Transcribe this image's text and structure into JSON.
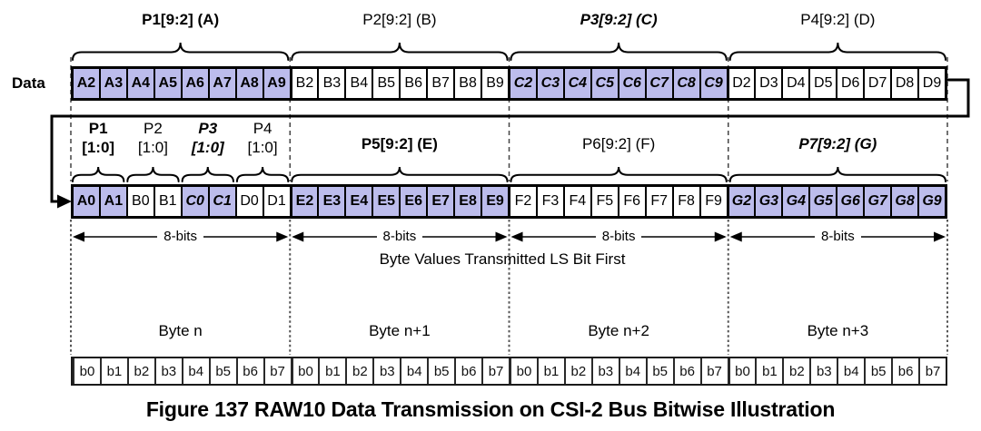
{
  "labels": {
    "data": "Data",
    "bit_width": "8-bits",
    "note": "Byte Values Transmitted LS Bit First",
    "caption": "Figure 137 RAW10 Data Transmission on CSI-2 Bus Bitwise Illustration"
  },
  "colors": {
    "highlight": "#BCBCEC",
    "border": "#000000"
  },
  "byte1_groups": [
    {
      "label": "P1[9:2] (A)",
      "style": "bold",
      "highlight": true,
      "cells": [
        "A2",
        "A3",
        "A4",
        "A5",
        "A6",
        "A7",
        "A8",
        "A9"
      ]
    },
    {
      "label": "P2[9:2] (B)",
      "style": "regular",
      "highlight": false,
      "cells": [
        "B2",
        "B3",
        "B4",
        "B5",
        "B6",
        "B7",
        "B8",
        "B9"
      ]
    },
    {
      "label": "P3[9:2] (C)",
      "style": "bold-italic",
      "highlight": true,
      "cells": [
        "C2",
        "C3",
        "C4",
        "C5",
        "C6",
        "C7",
        "C8",
        "C9"
      ]
    },
    {
      "label": "P4[9:2] (D)",
      "style": "regular",
      "highlight": false,
      "cells": [
        "D2",
        "D3",
        "D4",
        "D5",
        "D6",
        "D7",
        "D8",
        "D9"
      ]
    }
  ],
  "byte2_groups": {
    "lsb": [
      {
        "name": "P1",
        "range": "[1:0]",
        "style": "bold",
        "highlight": true,
        "cells": [
          "A0",
          "A1"
        ]
      },
      {
        "name": "P2",
        "range": "[1:0]",
        "style": "regular",
        "highlight": false,
        "cells": [
          "B0",
          "B1"
        ]
      },
      {
        "name": "P3",
        "range": "[1:0]",
        "style": "bold-italic",
        "highlight": true,
        "cells": [
          "C0",
          "C1"
        ]
      },
      {
        "name": "P4",
        "range": "[1:0]",
        "style": "regular",
        "highlight": false,
        "cells": [
          "D0",
          "D1"
        ]
      }
    ],
    "msb": [
      {
        "label": "P5[9:2] (E)",
        "style": "bold",
        "highlight": true,
        "cells": [
          "E2",
          "E3",
          "E4",
          "E5",
          "E6",
          "E7",
          "E8",
          "E9"
        ]
      },
      {
        "label": "P6[9:2] (F)",
        "style": "regular",
        "highlight": false,
        "cells": [
          "F2",
          "F3",
          "F4",
          "F5",
          "F6",
          "F7",
          "F8",
          "F9"
        ]
      },
      {
        "label": "P7[9:2] (G)",
        "style": "bold-italic",
        "highlight": true,
        "cells": [
          "G2",
          "G3",
          "G4",
          "G5",
          "G6",
          "G7",
          "G8",
          "G9"
        ]
      }
    ]
  },
  "byte_rows": [
    {
      "label": "Byte n",
      "bits": [
        "b0",
        "b1",
        "b2",
        "b3",
        "b4",
        "b5",
        "b6",
        "b7"
      ]
    },
    {
      "label": "Byte n+1",
      "bits": [
        "b0",
        "b1",
        "b2",
        "b3",
        "b4",
        "b5",
        "b6",
        "b7"
      ]
    },
    {
      "label": "Byte n+2",
      "bits": [
        "b0",
        "b1",
        "b2",
        "b3",
        "b4",
        "b5",
        "b6",
        "b7"
      ]
    },
    {
      "label": "Byte n+3",
      "bits": [
        "b0",
        "b1",
        "b2",
        "b3",
        "b4",
        "b5",
        "b6",
        "b7"
      ]
    }
  ]
}
